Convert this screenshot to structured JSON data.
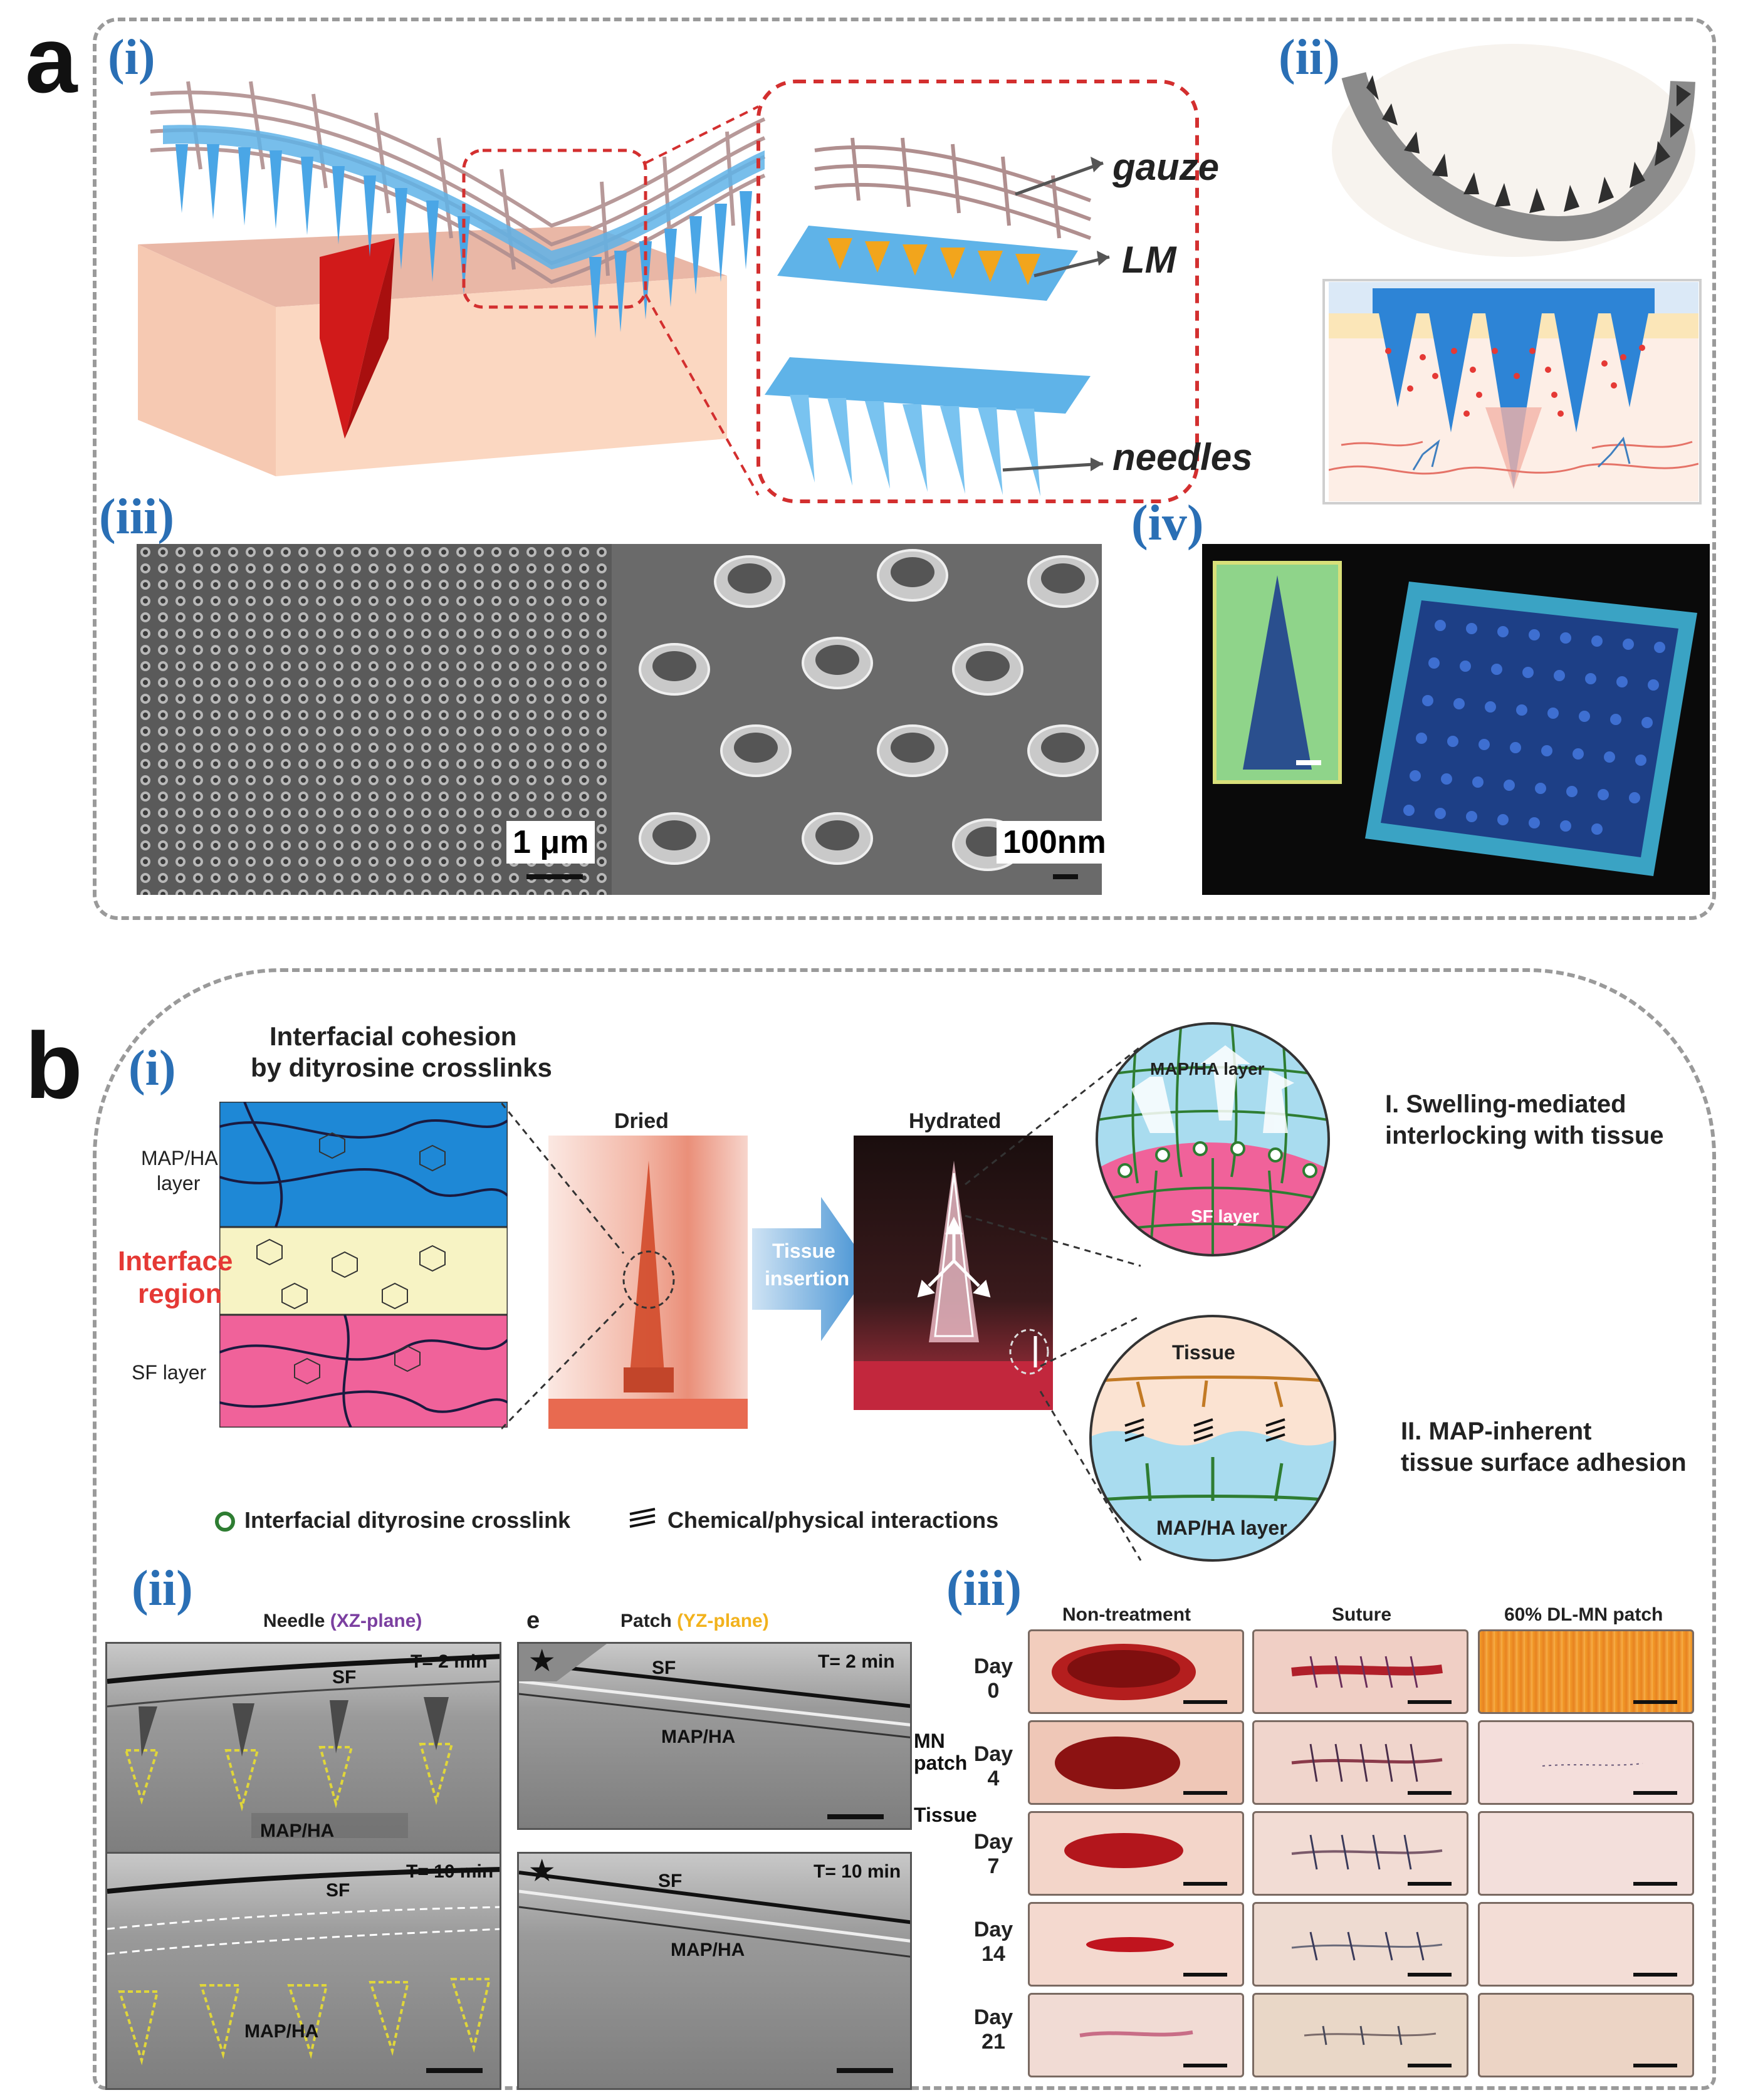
{
  "panel_a": {
    "letter": "a",
    "i": {
      "label": "(i)",
      "gauze": "gauze",
      "lm": "LM",
      "needles": "needles"
    },
    "ii": {
      "label": "(ii)"
    },
    "iii": {
      "label": "(iii)",
      "scale_left": "1 μm",
      "scale_right": "100nm"
    },
    "iv": {
      "label": "(iv)"
    }
  },
  "panel_b": {
    "letter": "b",
    "i": {
      "label": "(i)",
      "title_line1": "Interfacial cohesion",
      "title_line2": "by dityrosine crosslinks",
      "layer_map_line1": "MAP/HA",
      "layer_map_line2": "layer",
      "interface_line1": "Interface",
      "interface_line2": "region",
      "layer_sf": "SF layer",
      "dried": "Dried",
      "hydrated": "Hydrated",
      "arrow_line1": "Tissue",
      "arrow_line2": "insertion",
      "circle_top_map": "MAP/HA layer",
      "circle_top_sf": "SF layer",
      "note1_line1": "I. Swelling-mediated",
      "note1_line2": "interlocking with tissue",
      "circle_bottom_tissue": "Tissue",
      "circle_bottom_map": "MAP/HA layer",
      "note2_line1": "II. MAP-inherent",
      "note2_line2": "tissue surface adhesion",
      "legend_crosslink": "Interfacial dityrosine crosslink",
      "legend_interactions": "Chemical/physical interactions"
    },
    "ii": {
      "label": "(ii)",
      "needle_title": "Needle",
      "needle_plane": "(XZ-plane)",
      "e_letter": "e",
      "patch_title": "Patch",
      "patch_plane": "(YZ-plane)",
      "t2": "T= 2 min",
      "t10": "T= 10 min",
      "sf": "SF",
      "mapha": "MAP/HA",
      "mn_line1": "MN",
      "mn_line2": "patch",
      "tissue": "Tissue"
    },
    "iii": {
      "label": "(iii)",
      "columns": [
        "Non-treatment",
        "Suture",
        "60% DL-MN patch"
      ],
      "rows": [
        {
          "l1": "Day",
          "l2": "0"
        },
        {
          "l1": "Day",
          "l2": "4"
        },
        {
          "l1": "Day",
          "l2": "7"
        },
        {
          "l1": "Day",
          "l2": "14"
        },
        {
          "l1": "Day",
          "l2": "21"
        }
      ]
    }
  },
  "colors": {
    "roman_blue": "#2a6fb5",
    "map_blue": "#1e88d6",
    "interface_yellow": "#f7f3c4",
    "sf_pink": "#f0629a",
    "interface_red": "#e53935",
    "purple": "#7b3fa0",
    "yellow": "#f2b21c"
  }
}
